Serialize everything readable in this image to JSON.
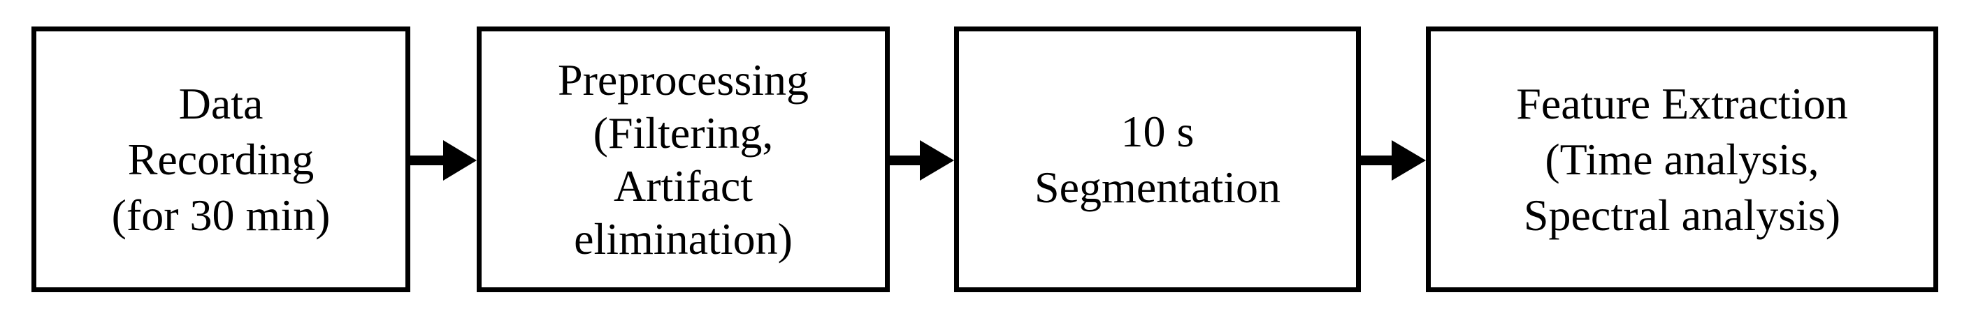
{
  "flowchart": {
    "steps": [
      {
        "lines": [
          "Data",
          "Recording",
          "(for 30 min)"
        ]
      },
      {
        "lines": [
          "Preprocessing",
          "(Filtering,",
          "Artifact",
          "elimination)"
        ]
      },
      {
        "lines": [
          "10 s",
          "Segmentation"
        ]
      },
      {
        "lines": [
          "Feature Extraction",
          "(Time analysis,",
          "Spectral analysis)"
        ]
      }
    ]
  },
  "colors": {
    "stroke": "#000000",
    "fill": "#ffffff"
  }
}
